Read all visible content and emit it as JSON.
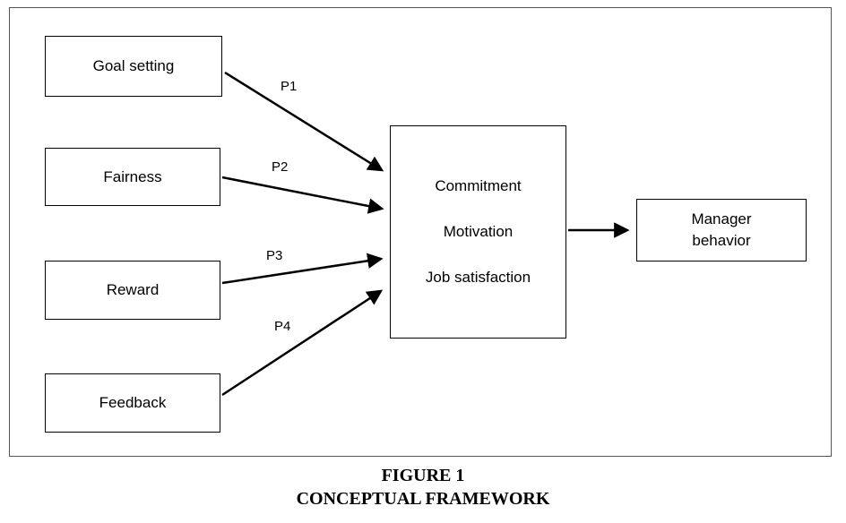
{
  "diagram": {
    "inputs": [
      {
        "label": "Goal setting",
        "path_label": "P1"
      },
      {
        "label": "Fairness",
        "path_label": "P2"
      },
      {
        "label": "Reward",
        "path_label": "P3"
      },
      {
        "label": "Feedback",
        "path_label": "P4"
      }
    ],
    "mediator": {
      "lines": [
        "Commitment",
        "Motivation",
        "Job satisfaction"
      ]
    },
    "outcome": {
      "lines": [
        "Manager",
        "behavior"
      ]
    },
    "caption": {
      "line1": "FIGURE 1",
      "line2": "CONCEPTUAL FRAMEWORK"
    }
  },
  "colors": {
    "box_border": "#000000",
    "arrow": "#000000",
    "background": "#ffffff"
  }
}
